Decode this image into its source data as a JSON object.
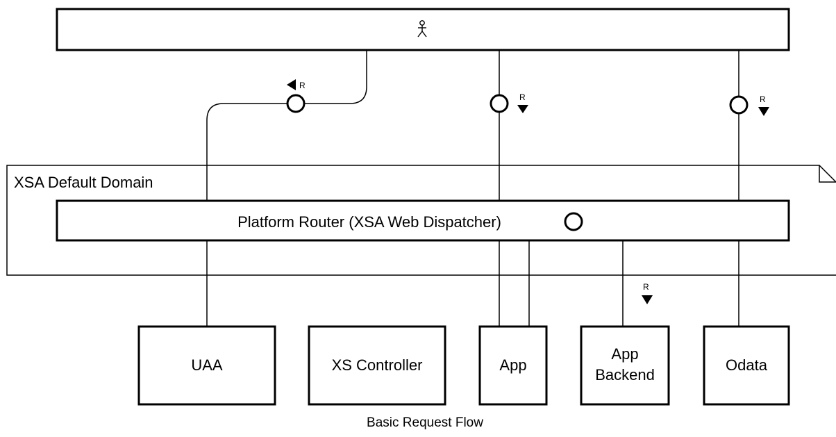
{
  "domain": {
    "label": "XSA Default Domain"
  },
  "router": {
    "label": "Platform Router (XSA Web Dispatcher)"
  },
  "components": [
    {
      "id": "uaa",
      "label": "UAA"
    },
    {
      "id": "xs-controller",
      "label": "XS Controller"
    },
    {
      "id": "app",
      "label": "App"
    },
    {
      "id": "app-backend",
      "label_lines": [
        "App",
        "Backend"
      ]
    },
    {
      "id": "odata",
      "label": "Odata"
    }
  ],
  "request_markers": {
    "label": "R"
  },
  "caption": "Basic Request Flow",
  "icons": {
    "user": "actor-icon",
    "interface": "interface-circle-icon",
    "request_arrow": "triangle-arrow-icon"
  }
}
